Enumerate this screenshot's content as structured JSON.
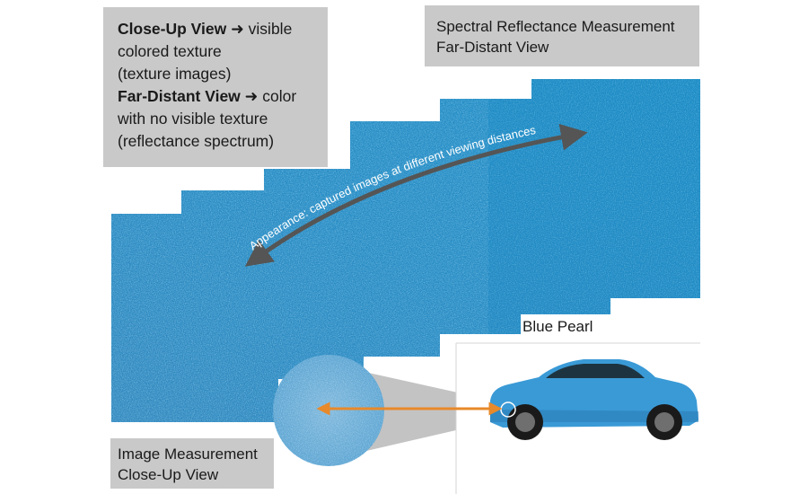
{
  "close_up_box": {
    "line1_bold": "Close-Up View",
    "line1_rest": "visible",
    "line2": "colored  texture",
    "line3": "(texture images)",
    "line4_bold": "Far-Distant View",
    "line4_rest": "color",
    "line5": "with no visible texture",
    "line6": "(reflectance spectrum)"
  },
  "spectral_box": {
    "line1": "Spectral Reflectance Measurement",
    "line2": "Far-Distant View"
  },
  "image_box": {
    "line1": "Image Measurement",
    "line2": "Close-Up View"
  },
  "sample_label": "Blue Pearl",
  "arrow_label": "Appearance: captured  images at different viewing distances",
  "colors": {
    "panel_gray": "#c9c9c9",
    "blue_texture": "#2a8cc6",
    "blue_far": "#1f8ac4",
    "arrow_dark": "#555555",
    "arrow_orange": "#e8892a",
    "car_blue": "#3a9ad6"
  }
}
